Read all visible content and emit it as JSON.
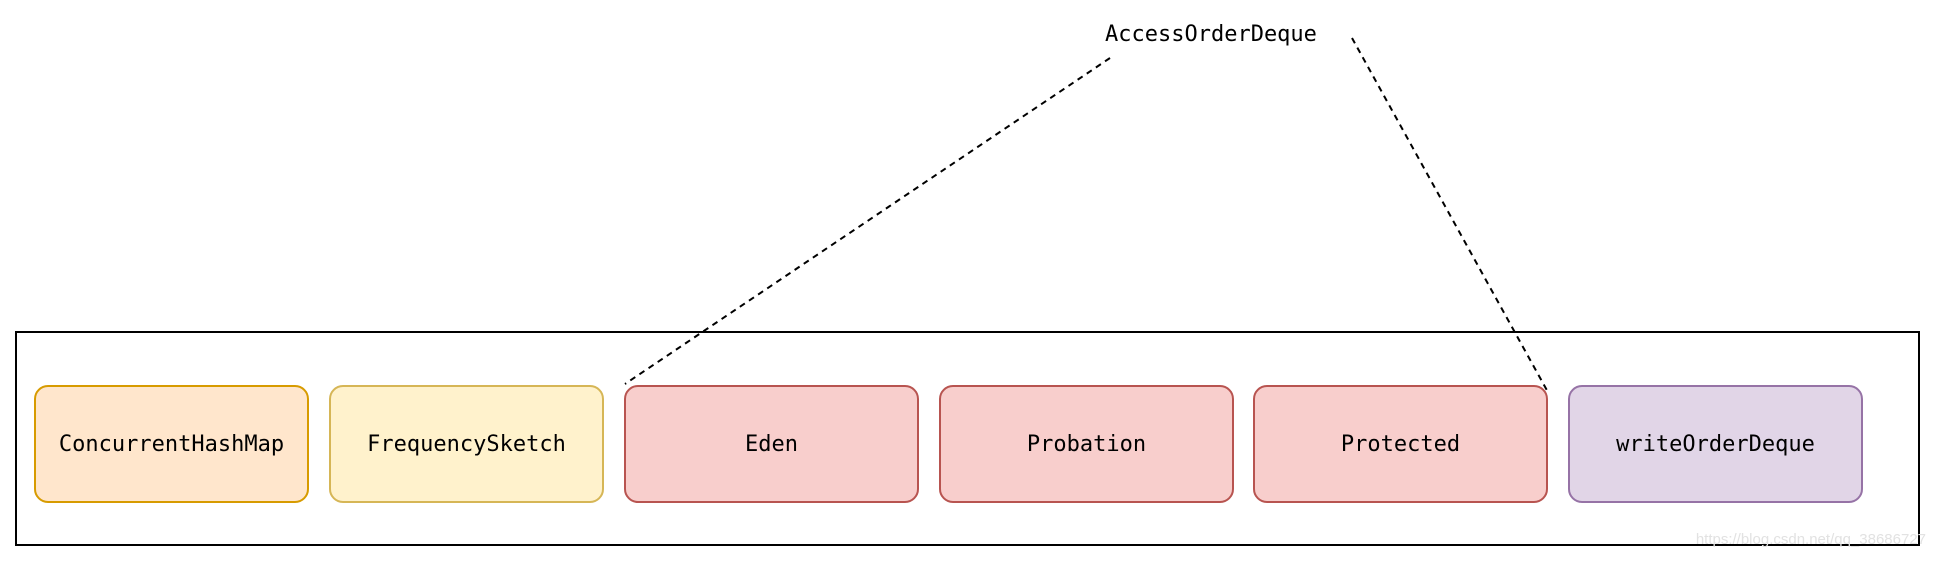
{
  "title": "AccessOrderDeque",
  "nodes": [
    {
      "label": "ConcurrentHashMap",
      "fill": "#ffe6cc",
      "stroke": "#d79b00"
    },
    {
      "label": "FrequencySketch",
      "fill": "#fff2cc",
      "stroke": "#d6b656"
    },
    {
      "label": "Eden",
      "fill": "#f8cecc",
      "stroke": "#b85450"
    },
    {
      "label": "Probation",
      "fill": "#f8cecc",
      "stroke": "#b85450"
    },
    {
      "label": "Protected",
      "fill": "#f8cecc",
      "stroke": "#b85450"
    },
    {
      "label": "writeOrderDeque",
      "fill": "#e1d5e7",
      "stroke": "#9673a6"
    }
  ],
  "watermark": "https://blog.csdn.net/qq_38686727"
}
